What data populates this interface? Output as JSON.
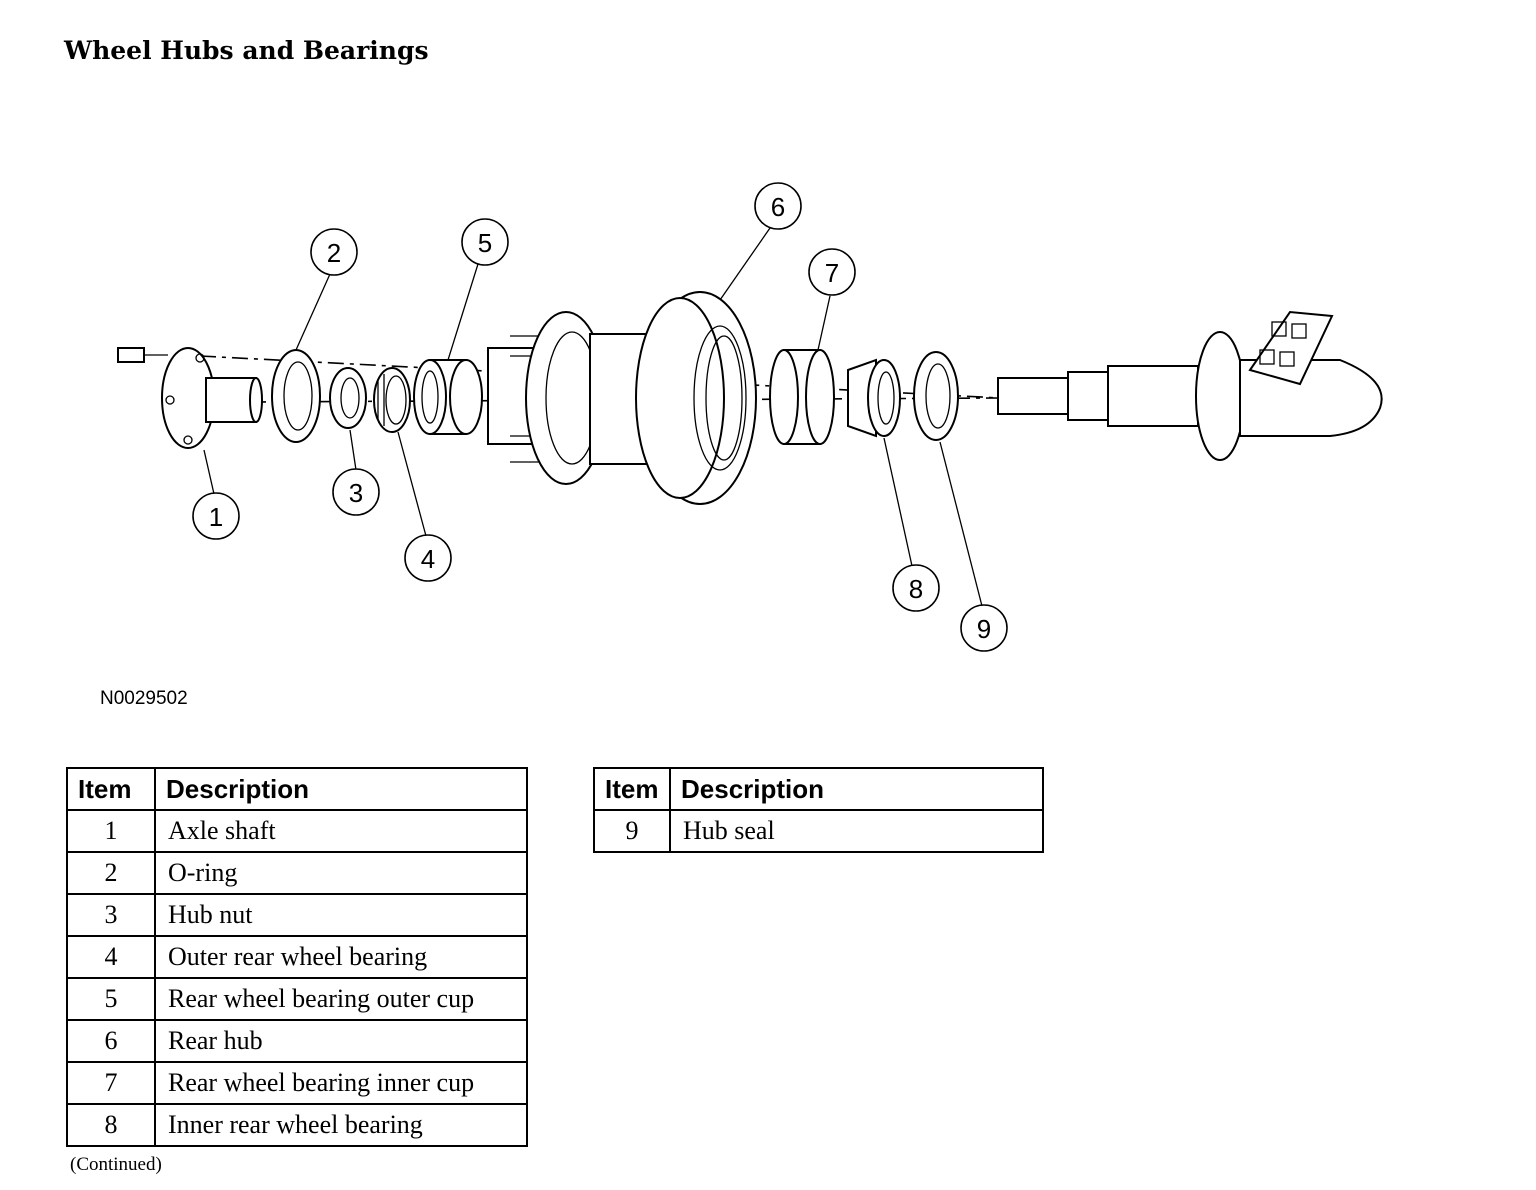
{
  "title": "Wheel Hubs and Bearings",
  "figure_id": "N0029502",
  "callouts": [
    "1",
    "2",
    "3",
    "4",
    "5",
    "6",
    "7",
    "8",
    "9"
  ],
  "table_headers": {
    "item": "Item",
    "description": "Description"
  },
  "table_left": [
    {
      "item": "1",
      "description": "Axle shaft"
    },
    {
      "item": "2",
      "description": "O-ring"
    },
    {
      "item": "3",
      "description": "Hub nut"
    },
    {
      "item": "4",
      "description": "Outer rear wheel bearing"
    },
    {
      "item": "5",
      "description": "Rear wheel bearing outer cup"
    },
    {
      "item": "6",
      "description": "Rear hub"
    },
    {
      "item": "7",
      "description": "Rear wheel bearing inner cup"
    },
    {
      "item": "8",
      "description": "Inner rear wheel bearing"
    }
  ],
  "table_right": [
    {
      "item": "9",
      "description": "Hub seal"
    }
  ],
  "continued": "(Continued)"
}
